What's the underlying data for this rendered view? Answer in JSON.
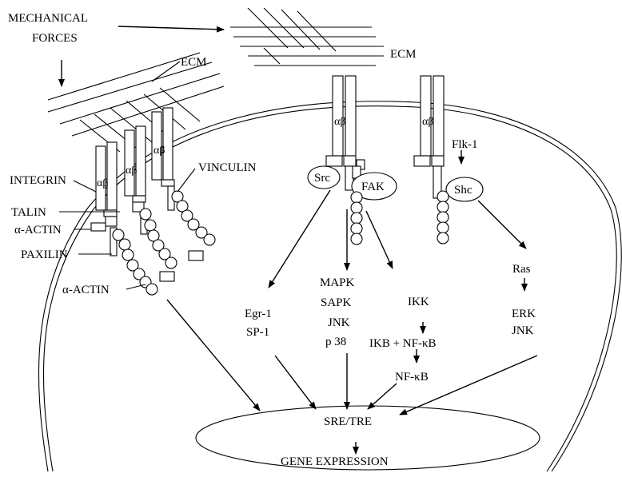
{
  "labels": {
    "mechanical_forces_1": "MECHANICAL",
    "mechanical_forces_2": "FORCES",
    "ecm_left": "ECM",
    "ecm_right": "ECM",
    "integrin": "INTEGRIN",
    "talin": "TALIN",
    "alpha_actin_top": "α-ACTIN",
    "paxilin": "PAXILIN",
    "alpha_actin_bottom": "α-ACTIN",
    "vinculin": "VINCULIN",
    "ab_1": "αβ",
    "ab_2": "αβ",
    "ab_3": "αβ",
    "ab_4": "αβ",
    "ab_5": "αβ",
    "src": "Src",
    "fak": "FAK",
    "flk1": "Flk-1",
    "shc": "Shc",
    "ras": "Ras",
    "erk": "ERK",
    "jnk_right": "JNK",
    "egr1": "Egr-1",
    "sp1": "SP-1",
    "mapk": "MAPK",
    "sapk": "SAPK",
    "jnk_mid": "JNK",
    "p38": "p 38",
    "ikk": "IKK",
    "ikb_nfkb": "IKB + NF-κB",
    "nfkb": "NF-κB",
    "sre_tre": "SRE/TRE",
    "gene_expression": "GENE EXPRESSION"
  }
}
